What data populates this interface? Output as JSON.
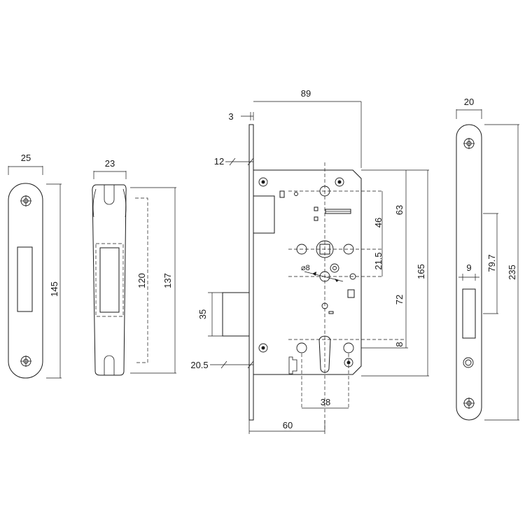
{
  "strike_plate": {
    "width": "25",
    "height": "145"
  },
  "keeper_plate": {
    "width": "23",
    "inner_height": "120",
    "height": "137"
  },
  "lock_body": {
    "overall_width": "89",
    "faceplate_thickness": "3",
    "edge_offset": "12",
    "latch_height": "35",
    "latch_offset": "20.5",
    "backset": "60",
    "cylinder_spacing": "38",
    "dim_46": "46",
    "dim_63": "63",
    "dim_21_5": "21.5",
    "dim_72": "72",
    "dim_165": "165",
    "dim_8": "8",
    "spindle_diameter": "⌀8"
  },
  "faceplate": {
    "width": "20",
    "latch_width": "9",
    "latch_height": "79.7",
    "height": "235"
  },
  "colors": {
    "line": "#1a1a1a",
    "background": "#ffffff"
  }
}
